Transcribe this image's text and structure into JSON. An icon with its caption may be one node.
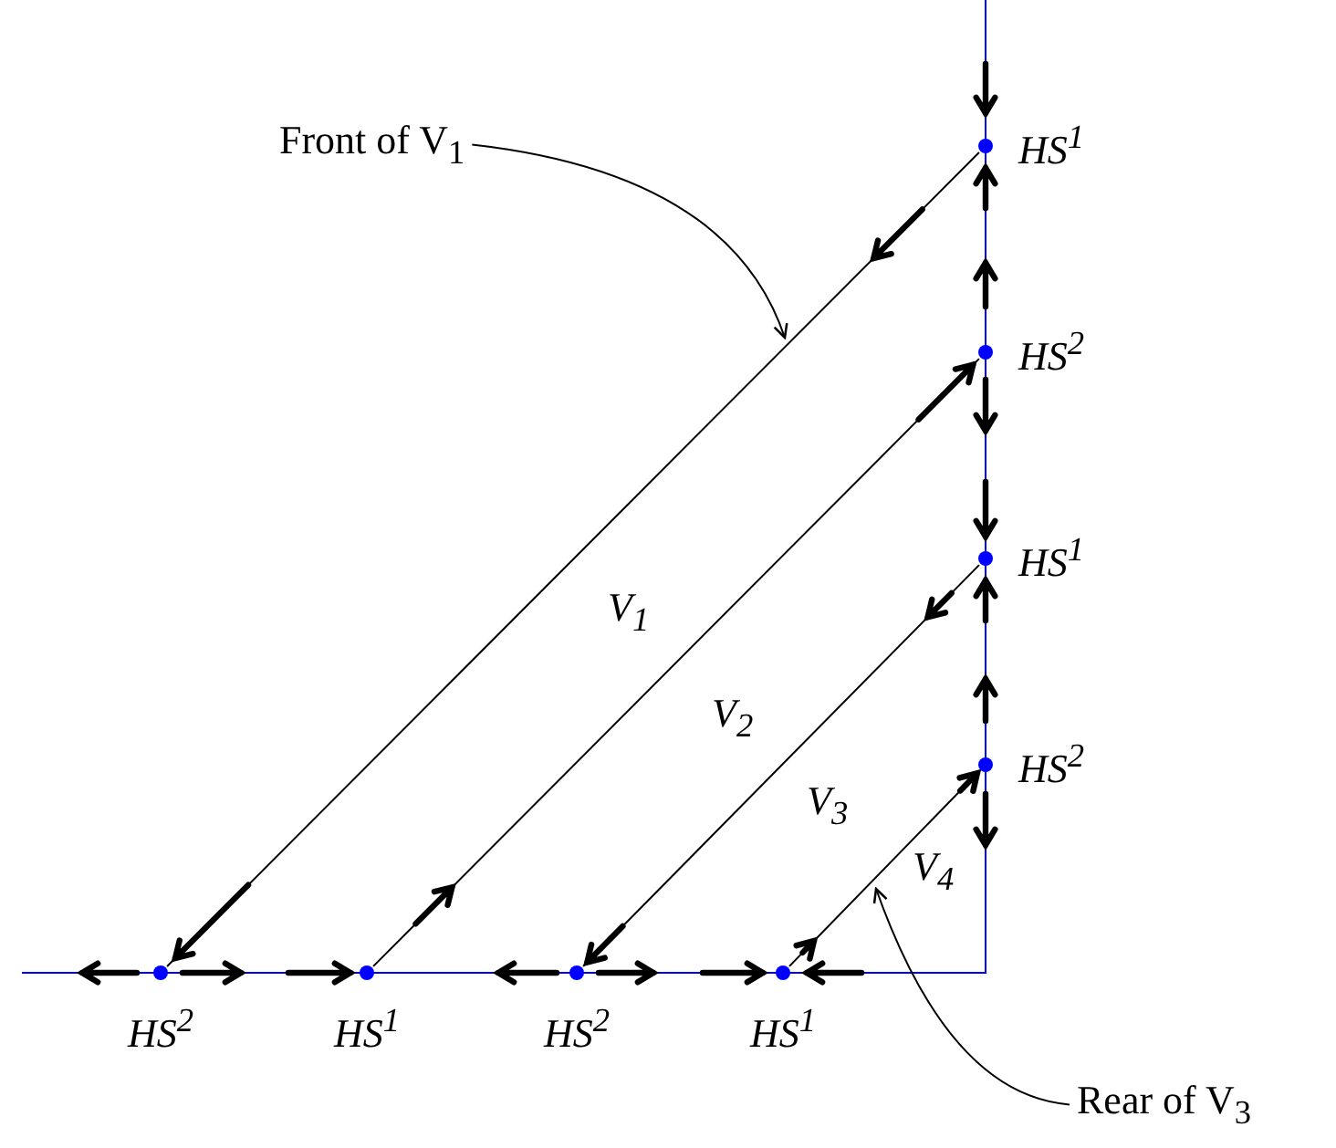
{
  "diagram": {
    "nodes": [
      {
        "text": [
          "Front of V$_{1}$"
        ]
      },
      {
        "text": [
          "HS$^{1}$"
        ]
      },
      {
        "text": [
          "HS$^{2}$"
        ]
      },
      {
        "text": [
          "HS$^{1}$"
        ]
      },
      {
        "text": [
          "HS$^{2}$"
        ]
      },
      {
        "text": [
          "HS$^{2}$"
        ]
      },
      {
        "text": [
          "HS$^{1}$"
        ]
      },
      {
        "text": [
          "HS$^{2}$"
        ]
      },
      {
        "text": [
          "HS$^{1}$"
        ]
      },
      {
        "text": [
          "Rear of V$_{3}$"
        ]
      }
    ],
    "edges": [
      {
        "from": 1,
        "to": 5,
        "arrow": "to"
      },
      {
        "from": 6,
        "to": 2,
        "arrow": "to"
      },
      {
        "from": 3,
        "to": 7,
        "arrow": "to"
      },
      {
        "from": 8,
        "to": 4,
        "arrow": "to"
      },
      {
        "from": 0,
        "to": null,
        "arrow": "to"
      },
      {
        "from": 9,
        "to": null,
        "arrow": "to"
      }
    ],
    "labels": [
      "V$_{1}$",
      "V$_{2}$",
      "V$_{3}$",
      "V$_{4}$"
    ]
  }
}
